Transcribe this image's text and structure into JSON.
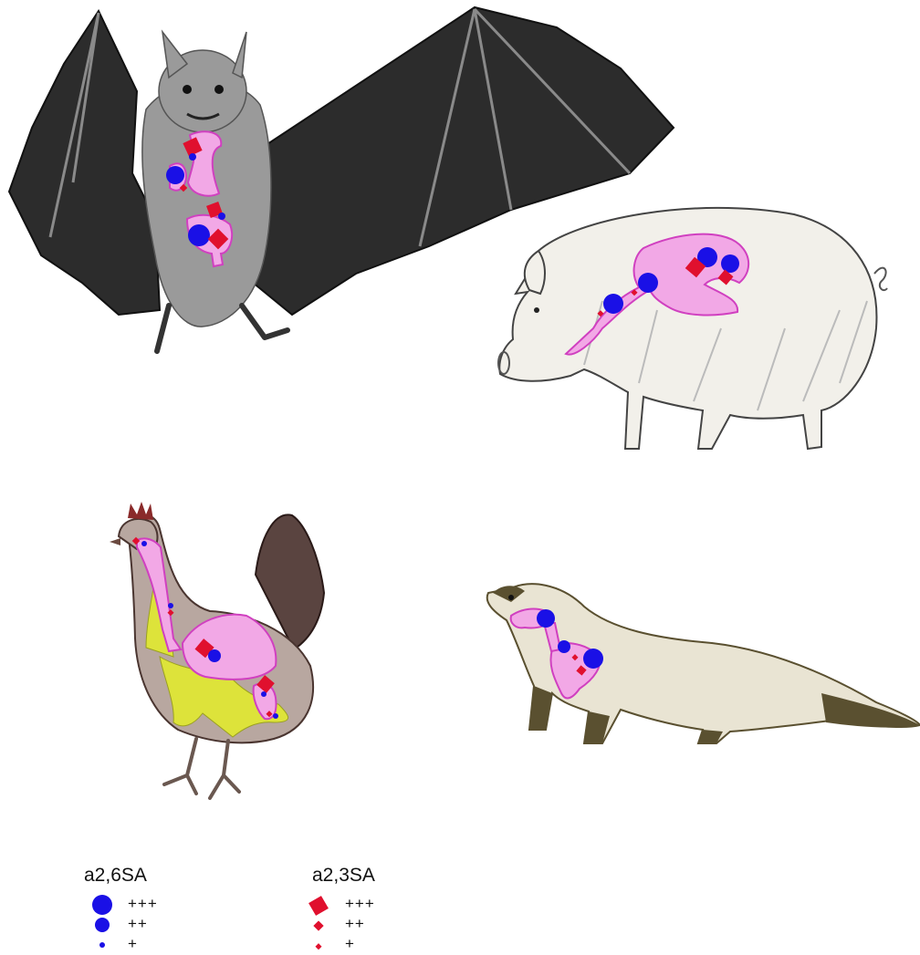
{
  "colors": {
    "a26_marker": "#1a10e6",
    "a23_marker": "#e0102e",
    "tissue_fill": "#f2a8e6",
    "tissue_stroke": "#d040c0",
    "airsac_fill": "#dde33a",
    "bat_fur": "#9a9a9a",
    "bat_wing": "#2c2c2c",
    "pig_body": "#f2f0ea",
    "hen_body": "#b8a7a0",
    "ferret_body": "#e9e4d3",
    "ferret_dark": "#5a5030"
  },
  "legend": {
    "a26": {
      "title": "a2,6SA",
      "items": [
        {
          "label": "+++"
        },
        {
          "label": "++"
        },
        {
          "label": "+"
        }
      ]
    },
    "a23": {
      "title": "a2,3SA",
      "items": [
        {
          "label": "+++"
        },
        {
          "label": "++"
        },
        {
          "label": "+"
        }
      ]
    }
  },
  "animals": [
    {
      "id": "bat"
    },
    {
      "id": "pig"
    },
    {
      "id": "hen"
    },
    {
      "id": "ferret"
    }
  ]
}
